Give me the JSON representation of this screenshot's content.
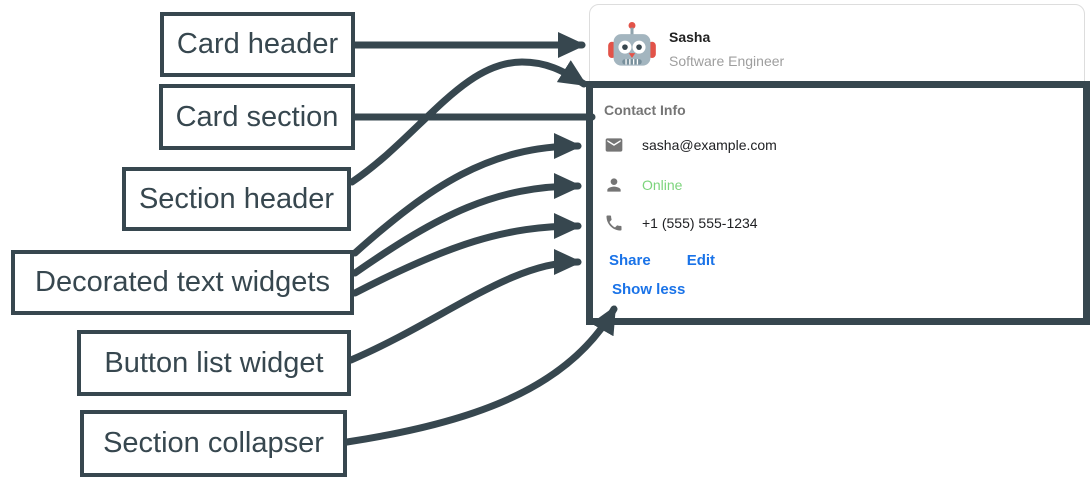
{
  "diagram": {
    "labels": [
      {
        "id": "card-header",
        "text": "Card header"
      },
      {
        "id": "card-section",
        "text": "Card section"
      },
      {
        "id": "section-header",
        "text": "Section header"
      },
      {
        "id": "decorated-text-widgets",
        "text": "Decorated text widgets"
      },
      {
        "id": "button-list-widget",
        "text": "Button list widget"
      },
      {
        "id": "section-collapser",
        "text": "Section collapser"
      }
    ]
  },
  "card": {
    "header": {
      "name": "Sasha",
      "role": "Software Engineer",
      "avatar_icon": "robot-avatar-icon"
    },
    "section": {
      "title": "Contact Info",
      "rows": [
        {
          "icon": "mail-icon",
          "text": "sasha@example.com"
        },
        {
          "icon": "person-icon",
          "text": "Online"
        },
        {
          "icon": "phone-icon",
          "text": "+1 (555) 555-1234"
        }
      ],
      "buttons": [
        {
          "label": "Share"
        },
        {
          "label": "Edit"
        }
      ],
      "collapser_label": "Show less"
    }
  },
  "colors": {
    "annotation": "#37474f",
    "link_blue": "#1a73e8",
    "online_green": "#7cd47c",
    "section_title_gray": "#757575",
    "subtitle_gray": "#9e9e9e",
    "body_text": "#202124",
    "card_border": "#dddddd"
  }
}
